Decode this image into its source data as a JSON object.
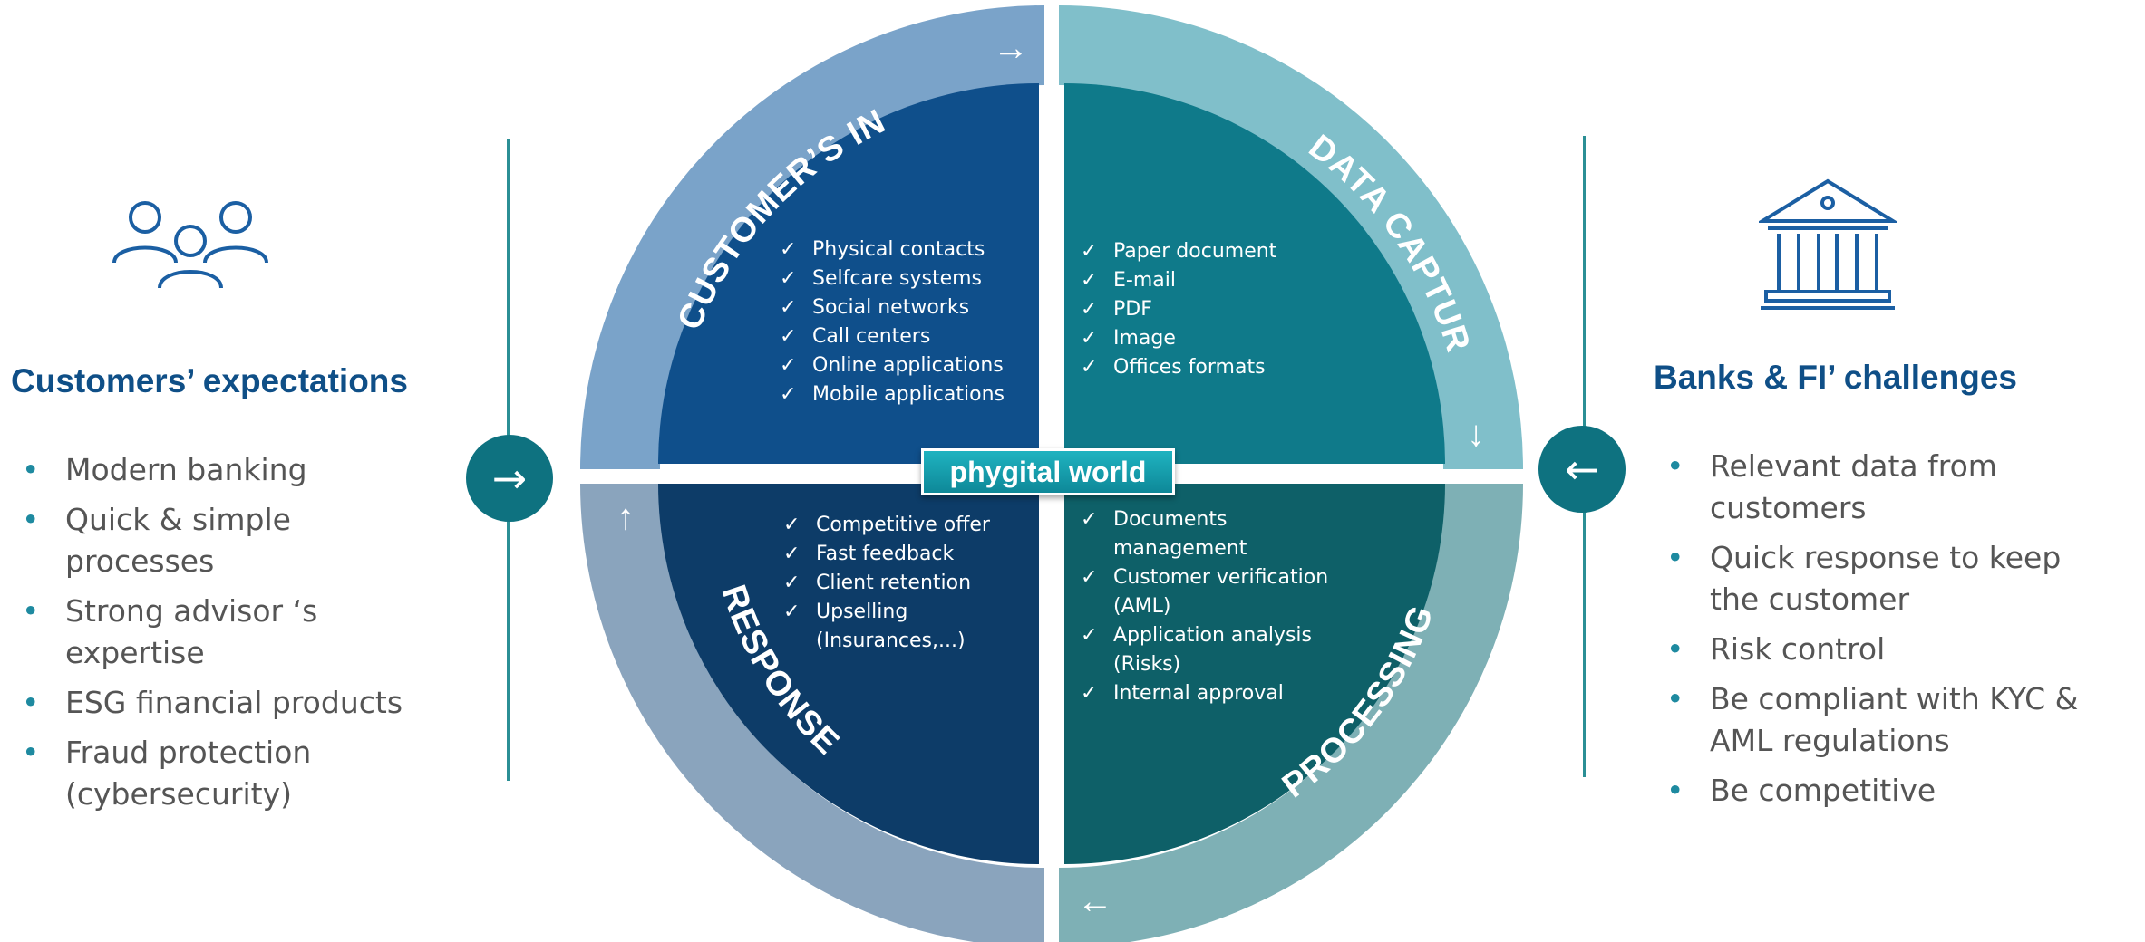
{
  "left": {
    "icon": "people-group-icon",
    "title": "Customers’ expectations",
    "items": [
      "Modern banking",
      "Quick & simple processes",
      "Strong advisor ‘s expertise",
      "ESG financial products",
      "Fraud protection (cybersecurity)"
    ],
    "arrow": "→"
  },
  "right": {
    "icon": "bank-building-icon",
    "title": "Banks & FI’ challenges",
    "items": [
      "Relevant data from customers",
      "Quick response to keep the customer",
      "Risk control",
      "Be compliant with KYC & AML regulations",
      "Be competitive"
    ],
    "arrow": "←"
  },
  "cycle": {
    "center_label": "phygital world",
    "stages": [
      {
        "name": "CUSTOMER’S INQUIRY",
        "arrow": "→",
        "items": [
          "Physical contacts",
          "Selfcare systems",
          "Social networks",
          "Call centers",
          "Online applications",
          "Mobile applications"
        ]
      },
      {
        "name": "DATA CAPTURE",
        "arrow": "↓",
        "items": [
          "Paper document",
          "E-mail",
          "PDF",
          "Image",
          "Offices formats"
        ]
      },
      {
        "name": "PROCESSING",
        "arrow": "←",
        "items": [
          "Documents management",
          "Customer verification (AML)",
          "Application analysis (Risks)",
          "Internal approval"
        ]
      },
      {
        "name": "RESPONSE",
        "arrow": "↑",
        "items": [
          "Competitive offer",
          "Fast feedback",
          "Client retention",
          "Upselling (Insurances,...)"
        ]
      }
    ]
  },
  "colors": {
    "title_blue": "#0f4f87",
    "bullet_teal": "#1e8aa0",
    "ring_inquiry": "#7aa3c9",
    "ring_capture": "#80bfca",
    "ring_processing": "#7eb0b5",
    "ring_response": "#8aa4bd",
    "quad_inquiry": "#0f4f8b",
    "quad_capture": "#0f7a8a",
    "quad_processing": "#0e6068",
    "quad_response": "#0d3c68",
    "button_teal": "#0e7280"
  }
}
